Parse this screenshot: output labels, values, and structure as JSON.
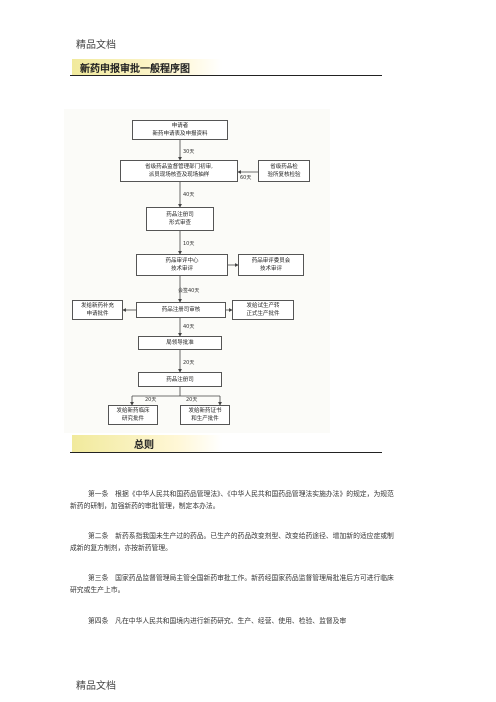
{
  "header": "精品文档",
  "footer": "精品文档",
  "section_flow_title": "新药申报审批一般程序图",
  "section_general_title": "总则",
  "flowchart": {
    "boxes": {
      "applicant": [
        "申请者",
        "新药申请表及申报资料"
      ],
      "province": [
        "省级药品监督管理部门初审,",
        "派员现场核查及现场抽样"
      ],
      "lab": [
        "省级药品检",
        "验所复核检验"
      ],
      "registry_form": [
        "药品注册司",
        "形式审查"
      ],
      "eval_center": [
        "药品审评中心",
        "技术审评"
      ],
      "review_committee": [
        "药品审评委员会",
        "技术审评"
      ],
      "supplement": [
        "发给新药补充",
        "申请批件"
      ],
      "registry_review": [
        "药品注册司审核"
      ],
      "special_batch": [
        "发给试生产转",
        "正式生产批件"
      ],
      "director": [
        "局领导批准"
      ],
      "registry_final": [
        "药品注册司"
      ],
      "clinical": [
        "发给新药临床",
        "研究批件"
      ],
      "certificate": [
        "发给新药证书",
        "和生产批件"
      ]
    },
    "labels": {
      "d30a": "30天",
      "d60": "60天",
      "d40a": "40天",
      "d10": "10天",
      "d40b": "会签40天",
      "d40c": "40天",
      "d20a": "20天",
      "d20b": "20天",
      "d20c": "20天"
    }
  },
  "paragraphs": [
    "第一条　根据《中华人民共和国药品管理法》、《中华人民共和国药品管理法实施办法》的规定，为规范新药的研制，加强新药的审批管理，制定本办法。",
    "第二条　新药系指我国未生产过的药品。已生产的药品改变剂型、改变给药途径、增加新的适应症或制成新的复方制剂，亦按新药管理。",
    "第三条　国家药品监督管理局主管全国新药审批工作。新药经国家药品监督管理局批准后方可进行临床研究或生产上市。",
    "第四条　凡在中华人民共和国境内进行新药研究、生产、经营、使用、检验、监督及审"
  ]
}
